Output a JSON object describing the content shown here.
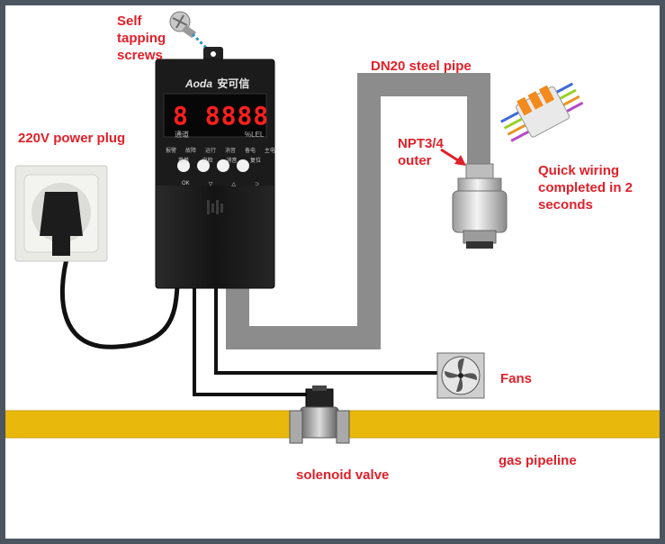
{
  "labels": {
    "screws": [
      "Self",
      "tapping",
      "screws"
    ],
    "power_plug": "220V power plug",
    "steel_pipe": "DN20 steel pipe",
    "npt": [
      "NPT3/4",
      "outer"
    ],
    "quick_wiring": [
      "Quick wiring",
      "completed in 2",
      "seconds"
    ],
    "fans": "Fans",
    "solenoid_valve": "solenoid valve",
    "gas_pipeline": "gas pipeline"
  },
  "device": {
    "brand": "Aoda",
    "brand_cn": "安可信",
    "display_digits": "8 8888",
    "display_unit": "%LEL",
    "display_sub": "通道",
    "status_labels": [
      "报警",
      "故障",
      "运行",
      "消音",
      "备电",
      "主电"
    ],
    "button_labels": [
      "菜单",
      "自检",
      "消音",
      "复位"
    ],
    "button_sub": [
      "OK",
      "▽",
      "△",
      "⊃"
    ]
  },
  "colors": {
    "label_red": "#e0202a",
    "pipe_gray": "#8c8c8c",
    "gas_yellow": "#e8b90c",
    "device_black": "#1a1a1a",
    "led_red": "#ff1f1f",
    "border": "#4a5560"
  }
}
